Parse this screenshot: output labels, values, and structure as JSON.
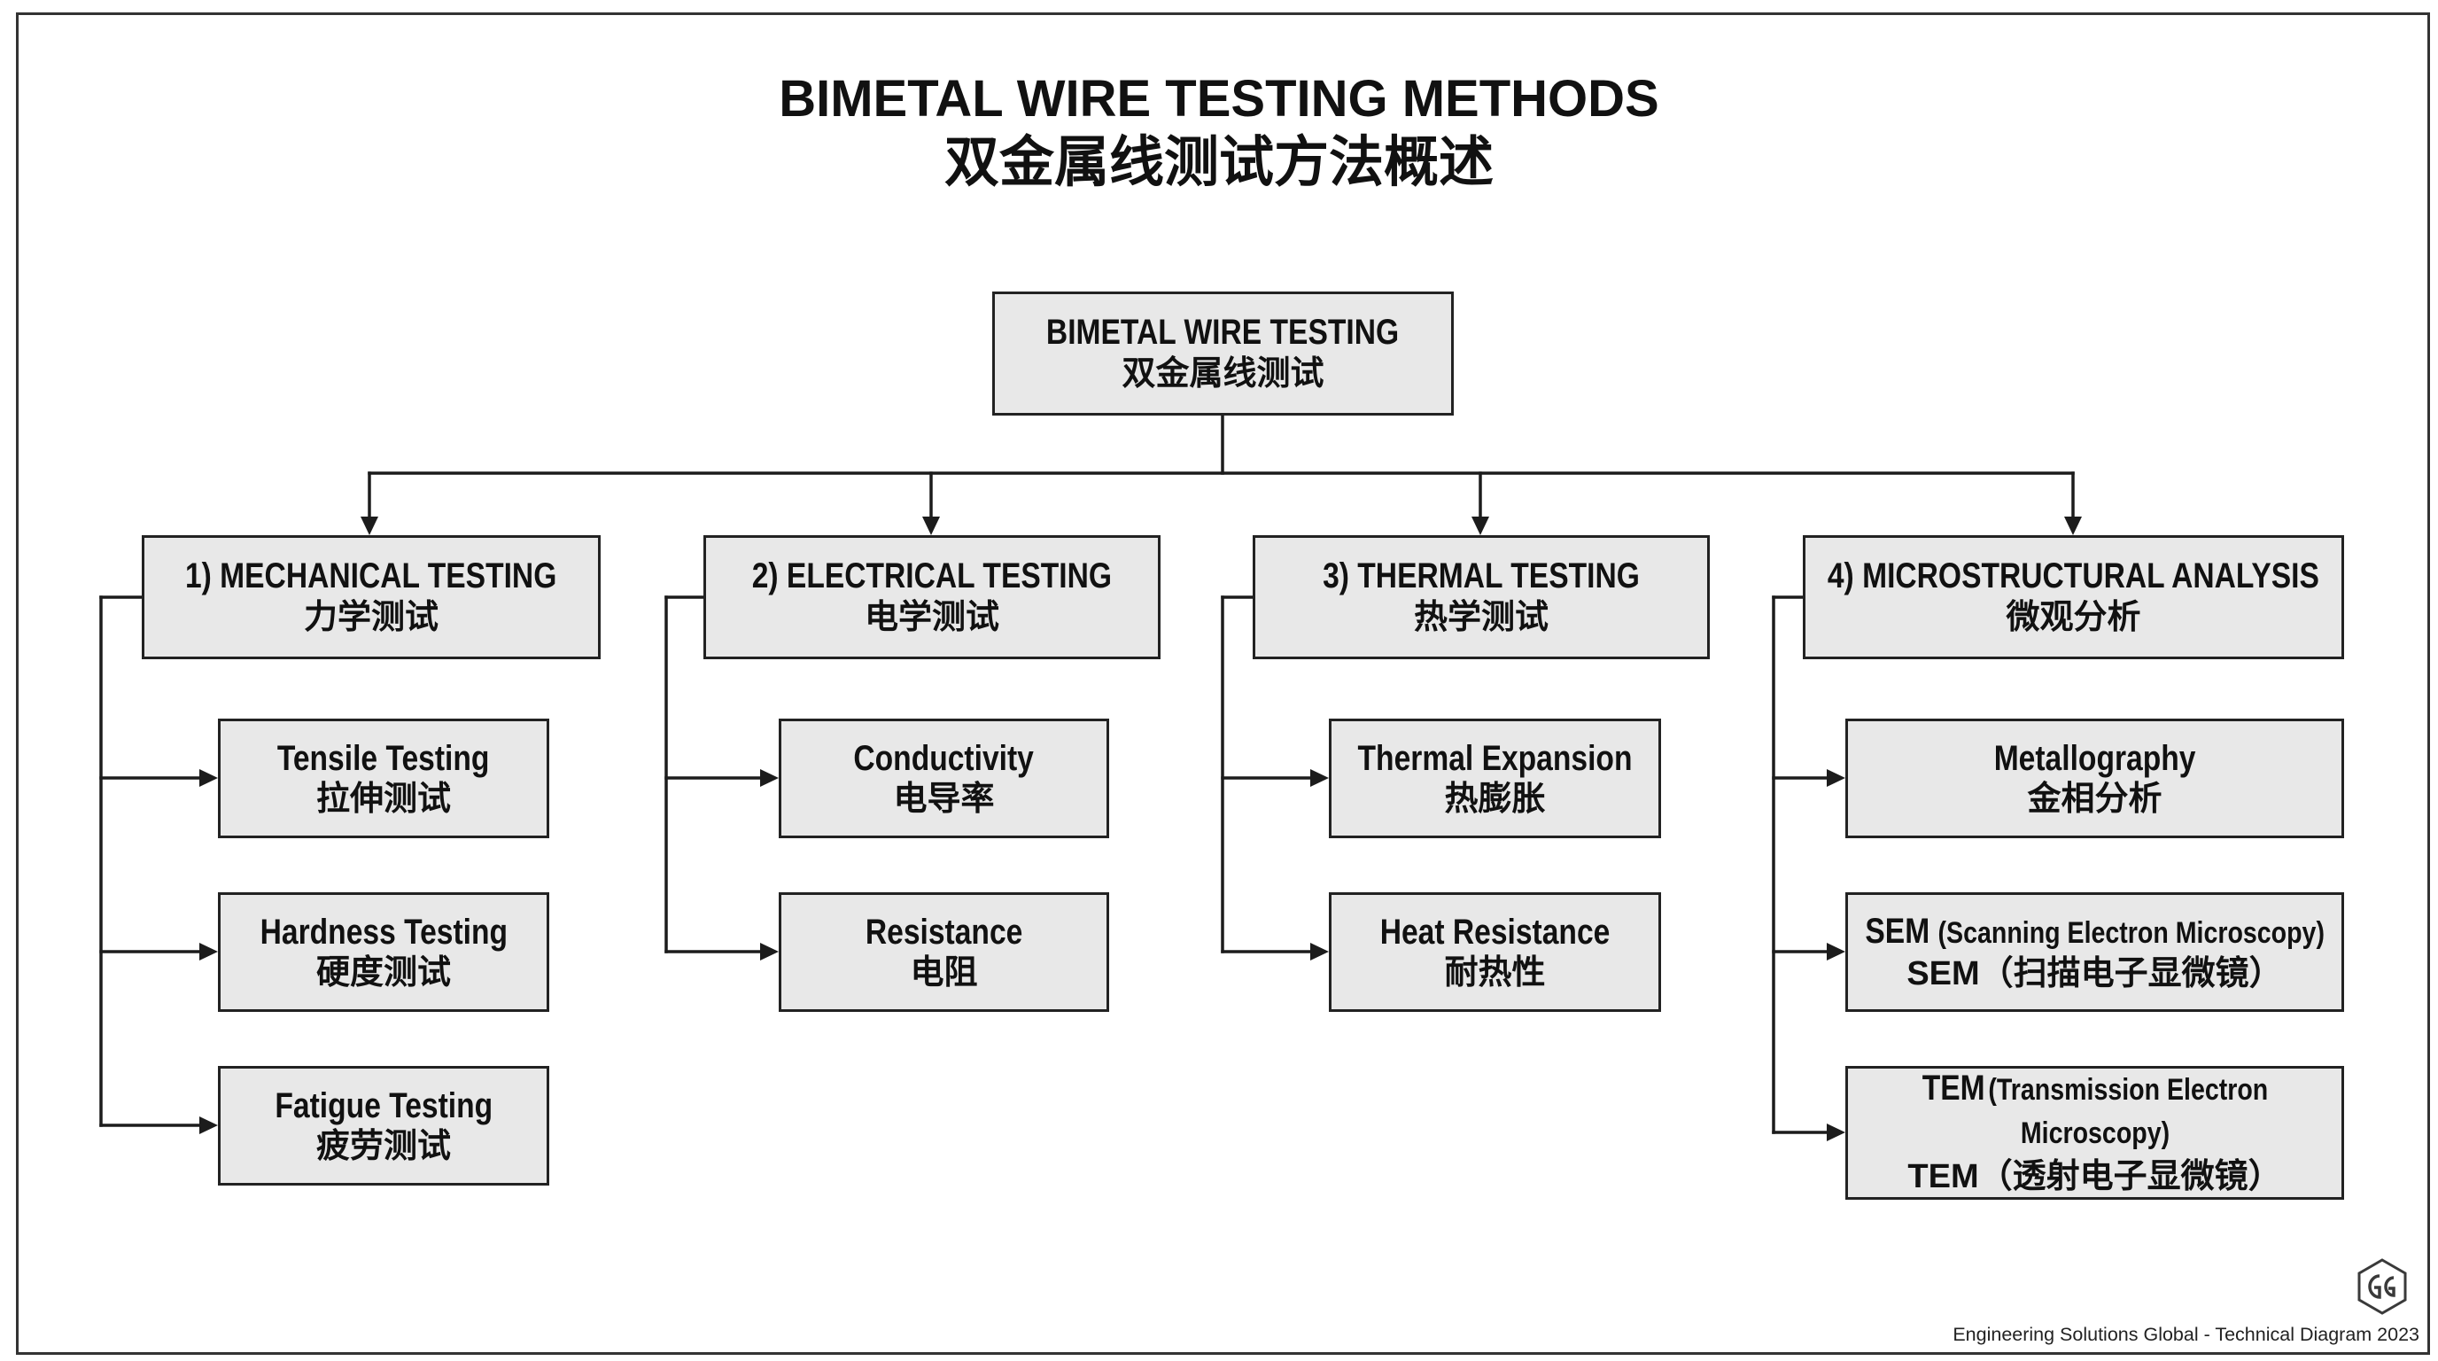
{
  "title": {
    "en": "BIMETAL WIRE TESTING METHODS",
    "zh": "双金属线测试方法概述"
  },
  "root": {
    "en": "BIMETAL WIRE TESTING",
    "zh": "双金属线测试"
  },
  "categories": [
    {
      "en": "1) MECHANICAL TESTING",
      "zh": "力学测试",
      "items": [
        {
          "en": "Tensile Testing",
          "zh": "拉伸测试"
        },
        {
          "en": "Hardness Testing",
          "zh": "硬度测试"
        },
        {
          "en": "Fatigue Testing",
          "zh": "疲劳测试"
        }
      ]
    },
    {
      "en": "2) ELECTRICAL TESTING",
      "zh": "电学测试",
      "items": [
        {
          "en": "Conductivity",
          "zh": "电导率"
        },
        {
          "en": "Resistance",
          "zh": "电阻"
        }
      ]
    },
    {
      "en": "3) THERMAL TESTING",
      "zh": "热学测试",
      "items": [
        {
          "en": "Thermal Expansion",
          "zh": "热膨胀"
        },
        {
          "en": "Heat Resistance",
          "zh": "耐热性"
        }
      ]
    },
    {
      "en": "4) MICROSTRUCTURAL ANALYSIS",
      "zh": "微观分析",
      "items": [
        {
          "en": "Metallography",
          "zh": "金相分析"
        },
        {
          "abbr": "SEM",
          "full": "(Scanning Electron Microscopy)",
          "zh": "SEM（扫描电子显微镜）"
        },
        {
          "abbr": "TEM",
          "full": "(Transmission Electron Microscopy)",
          "zh": "TEM（透射电子显微镜）"
        }
      ]
    }
  ],
  "footer": {
    "credit": "Engineering Solutions Global - Technical Diagram 2023"
  },
  "icons": {
    "logo": "hexagon-logo-icon",
    "connector_arrow": "arrowhead-icon"
  },
  "colors": {
    "background": "#ffffff",
    "text": "#111111",
    "line": "#1c1c1c",
    "box_fill": "#e8e8e8",
    "box_border": "#222222",
    "frame": "#333333"
  }
}
